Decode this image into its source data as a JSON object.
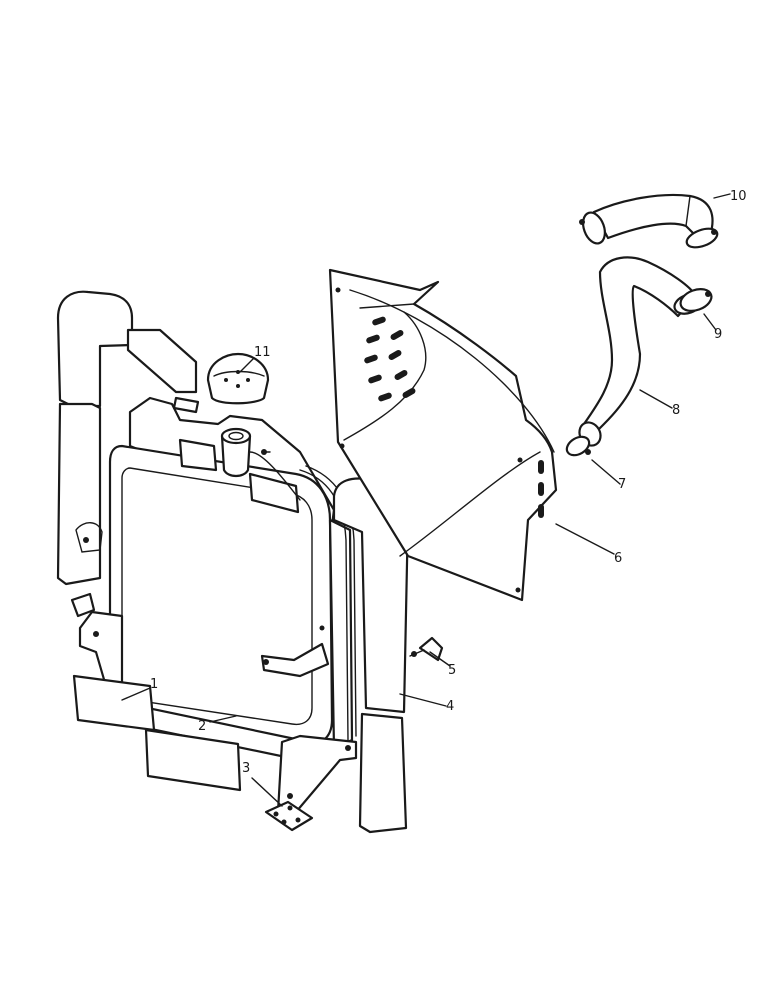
{
  "callouts": [
    {
      "id": "1",
      "label": "1"
    },
    {
      "id": "2",
      "label": "2"
    },
    {
      "id": "3",
      "label": "3"
    },
    {
      "id": "4",
      "label": "4"
    },
    {
      "id": "5",
      "label": "5"
    },
    {
      "id": "6",
      "label": "6"
    },
    {
      "id": "7",
      "label": "7"
    },
    {
      "id": "8",
      "label": "8"
    },
    {
      "id": "9",
      "label": "9"
    },
    {
      "id": "10",
      "label": "10"
    },
    {
      "id": "11",
      "label": "11"
    }
  ],
  "colors": {
    "ink": "#1a1a1a",
    "paper": "#ffffff"
  }
}
